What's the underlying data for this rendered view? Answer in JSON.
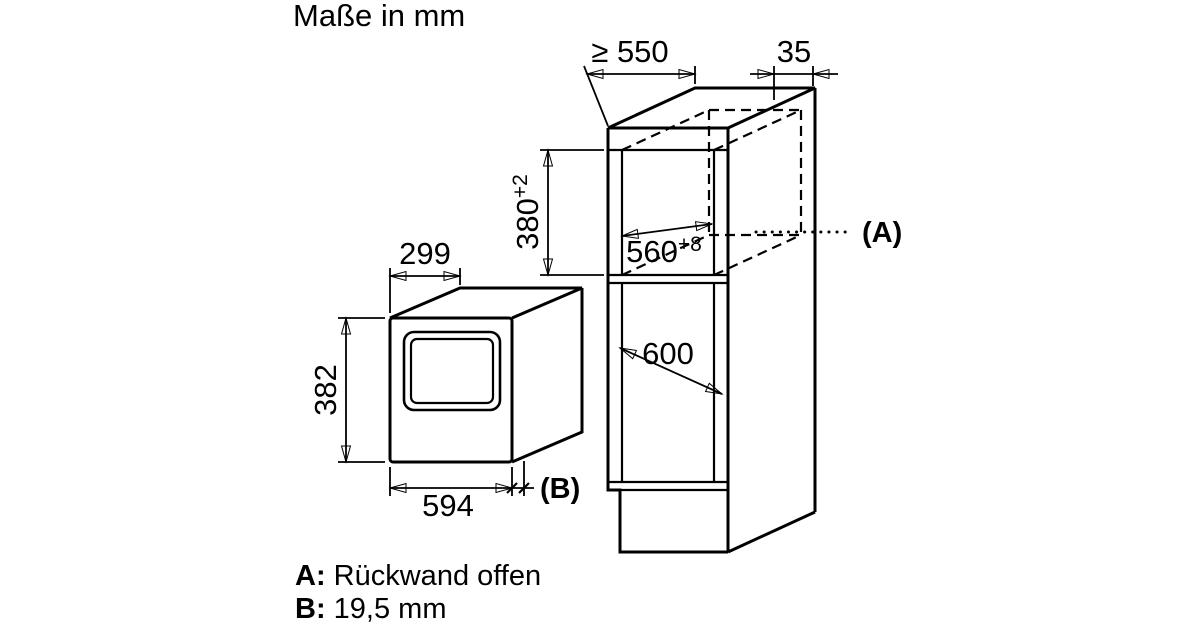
{
  "title": "Maße in mm",
  "drawing": {
    "appliance": {
      "depth": "299",
      "height": "382",
      "width": "594"
    },
    "cabinet": {
      "depth_min": "≥ 550",
      "top_gap": "35",
      "niche_height": "380",
      "niche_height_tolerance": "+2",
      "niche_width": "560",
      "niche_width_tolerance": "+8",
      "lower_compartment_width": "600"
    },
    "callouts": {
      "a": "(A)",
      "b": "(B)"
    }
  },
  "legend": {
    "a_key": "A:",
    "a_value": "Rückwand offen",
    "b_key": "B:",
    "b_value": "19,5 mm"
  },
  "colors": {
    "line": "#000000",
    "background": "#ffffff"
  }
}
